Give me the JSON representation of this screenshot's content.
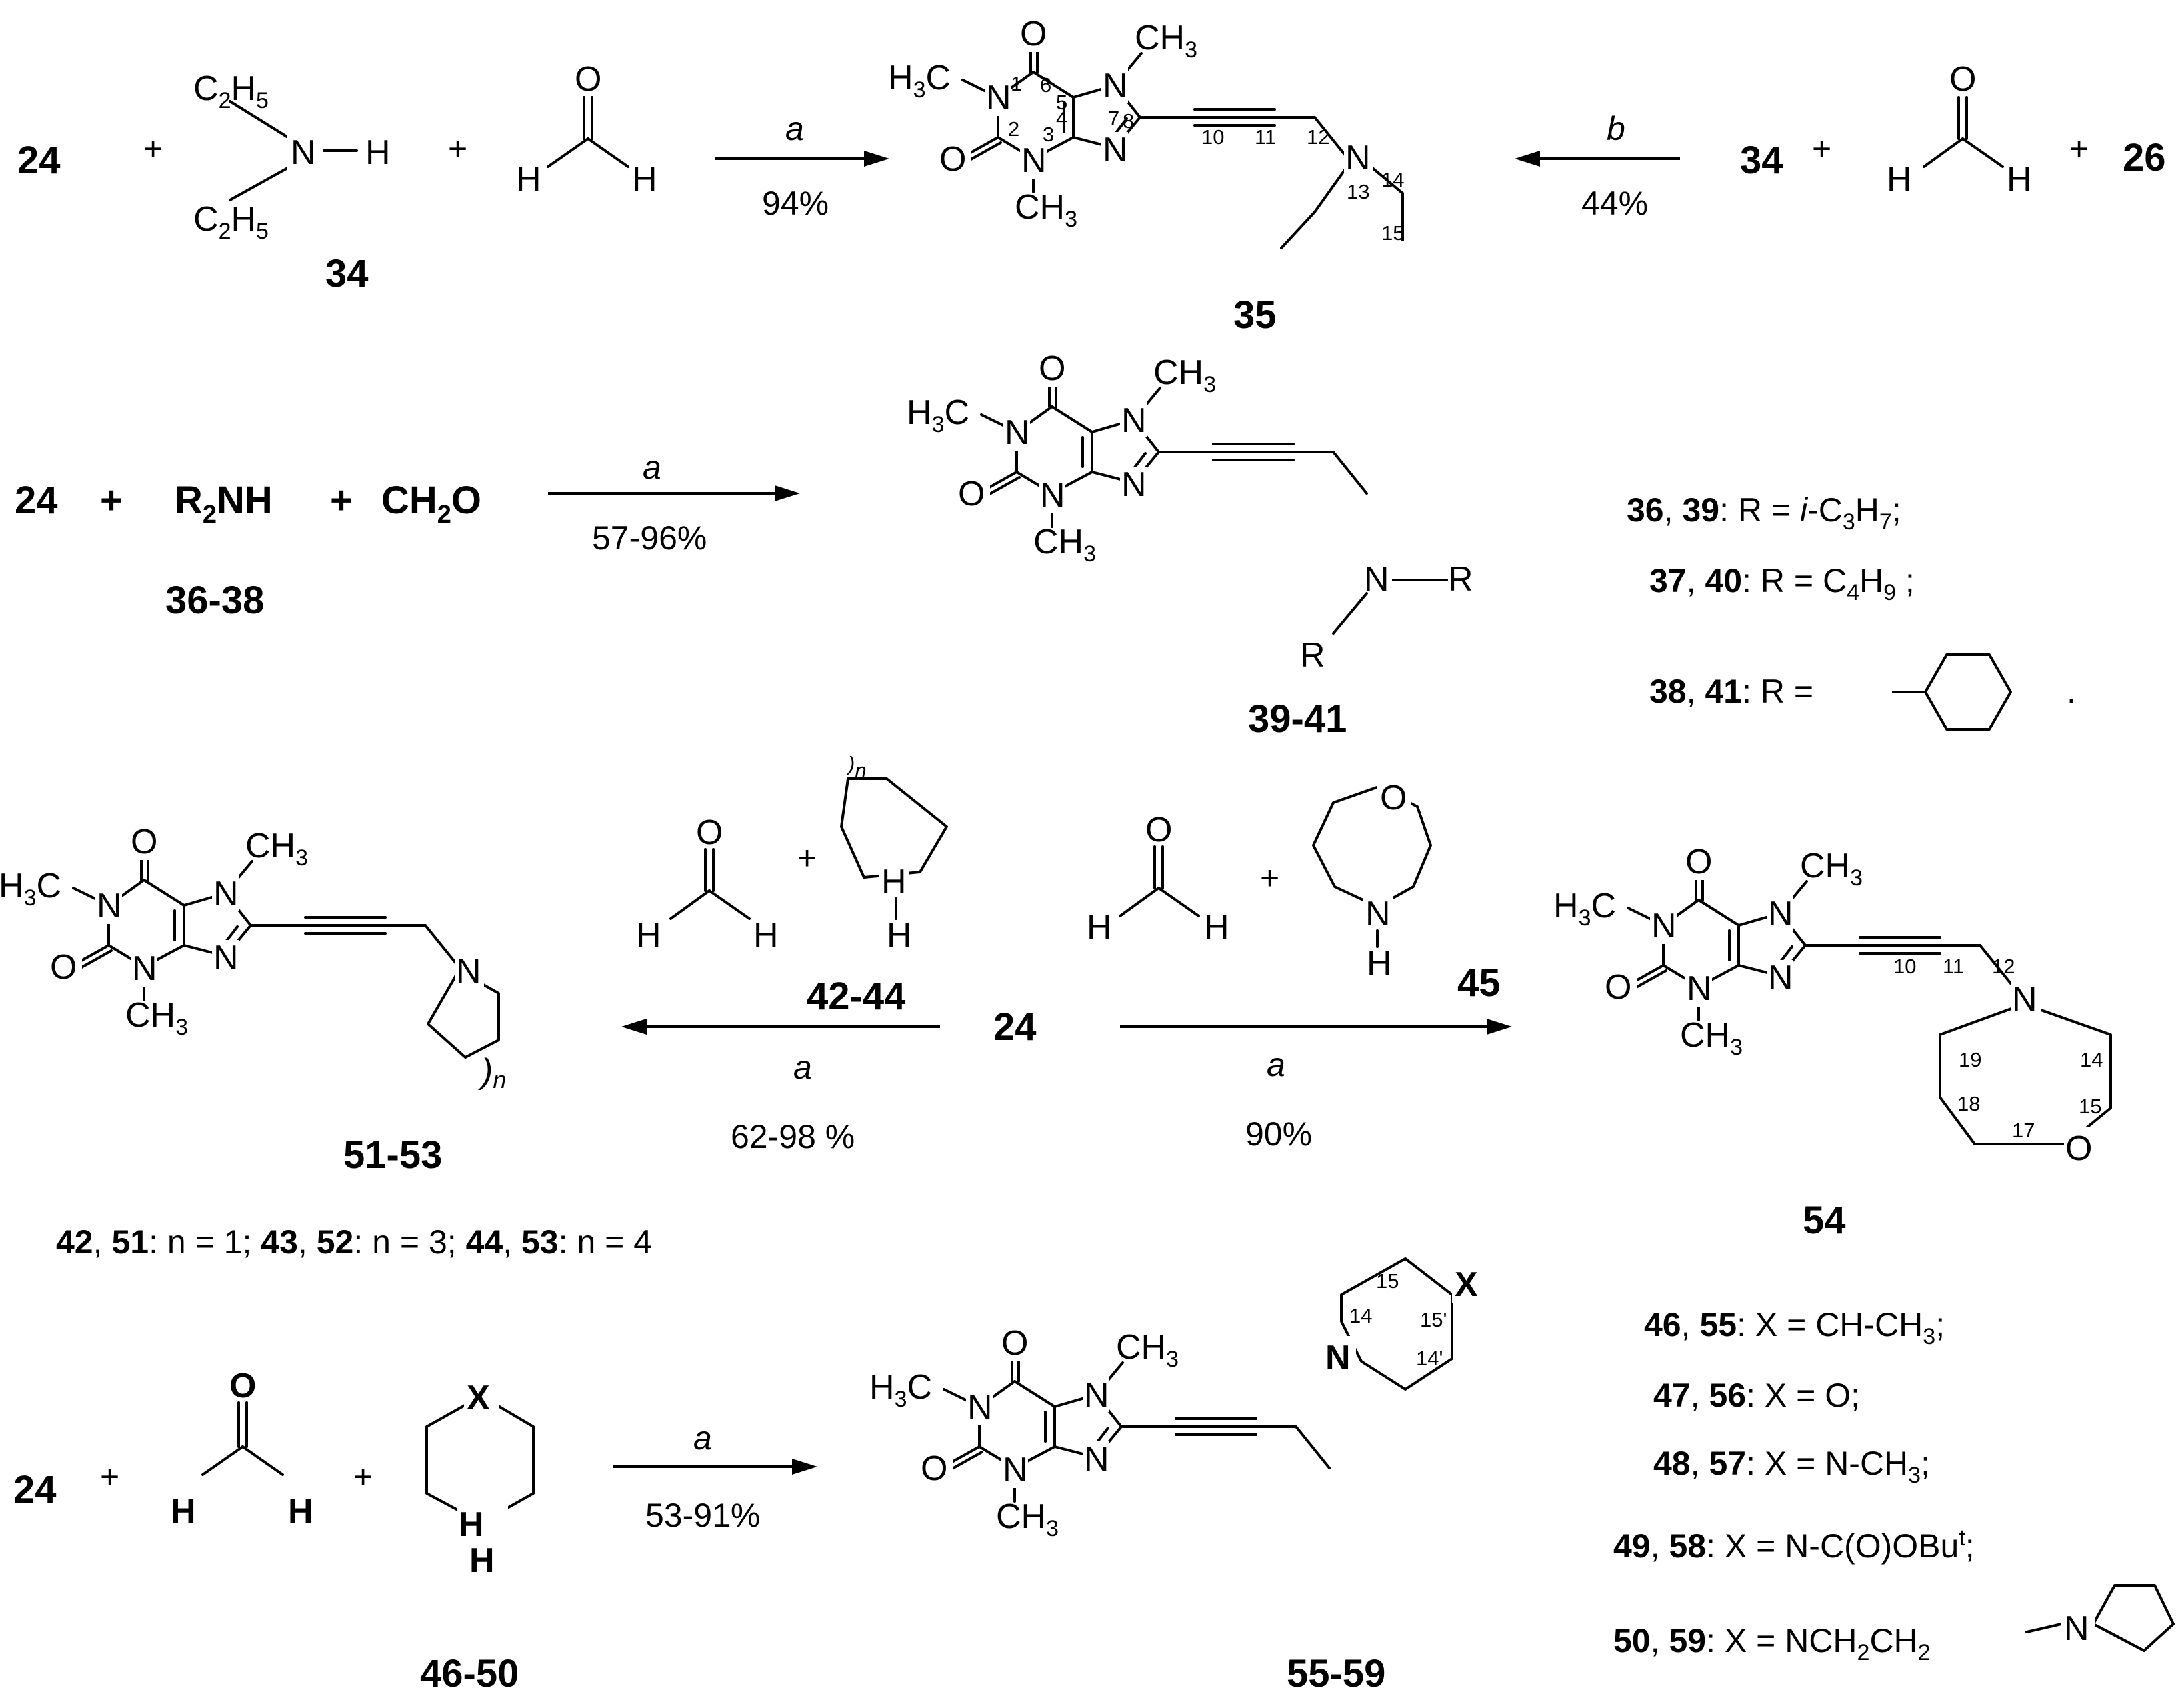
{
  "compounds": {
    "c24": "24",
    "c34": "34",
    "c26": "26",
    "c35": "35",
    "c36_38": "36-38",
    "c39_41": "39-41",
    "c42_44": "42-44",
    "c45": "45",
    "c51_53": "51-53",
    "c54": "54",
    "c46_50": "46-50",
    "c55_59": "55-59"
  },
  "symbols": {
    "plus": "+",
    "o": "O",
    "h": "H",
    "n": "N",
    "x": "X",
    "r": "R",
    "ch3": "CH",
    "sub3": "3",
    "h3": "H",
    "c2h5": "C",
    "sub2": "2",
    "sub5": "5",
    "r2nh_r": "R",
    "r2nh_nh": "NH",
    "ch2o_ch": "CH",
    "ch2o_o": "O",
    "ring_n_label": "n",
    "nh": "NH",
    "nh_h": "H"
  },
  "reactions": {
    "r1": {
      "condition": "a",
      "yield": "94%"
    },
    "r2": {
      "condition": "b",
      "yield": "44%"
    },
    "r3": {
      "condition": "a",
      "yield": "57-96%"
    },
    "r4": {
      "condition": "a",
      "yield": "62-98 %"
    },
    "r5": {
      "condition": "a",
      "yield": "90%"
    },
    "r6": {
      "condition": "a",
      "yield": "53-91%"
    }
  },
  "atom_numbers_35": [
    "1",
    "2",
    "3",
    "4",
    "5",
    "6",
    "7",
    "8",
    "10",
    "11",
    "12",
    "13",
    "14",
    "15"
  ],
  "atom_numbers_54": [
    "10",
    "11",
    "12",
    "14",
    "15",
    "17",
    "18",
    "19"
  ],
  "atom_numbers_55": [
    "14",
    "15",
    "15'",
    "14'"
  ],
  "r_definitions": [
    {
      "ids": [
        "36",
        "39"
      ],
      "text": "R = i-C3H7;"
    },
    {
      "ids": [
        "37",
        "40"
      ],
      "text": "R = C4H9 ;"
    },
    {
      "ids": [
        "38",
        "41"
      ],
      "text": "R =",
      "suffix": "."
    }
  ],
  "n_definitions": [
    {
      "ids": [
        "42",
        "51"
      ],
      "text": "n = 1;"
    },
    {
      "ids": [
        "43",
        "52"
      ],
      "text": "n = 3;"
    },
    {
      "ids": [
        "44",
        "53"
      ],
      "text": "n = 4"
    }
  ],
  "x_definitions": [
    {
      "ids": [
        "46",
        "55"
      ],
      "text": "X = CH-CH3;"
    },
    {
      "ids": [
        "47",
        "56"
      ],
      "text": "X = O;"
    },
    {
      "ids": [
        "48",
        "57"
      ],
      "text": "X = N-CH3;"
    },
    {
      "ids": [
        "49",
        "58"
      ],
      "text": "X = N-C(O)OBut;"
    },
    {
      "ids": [
        "50",
        "59"
      ],
      "text": "X = NCH2CH2"
    }
  ],
  "separators": {
    "comma": ",",
    "colon": ":"
  }
}
